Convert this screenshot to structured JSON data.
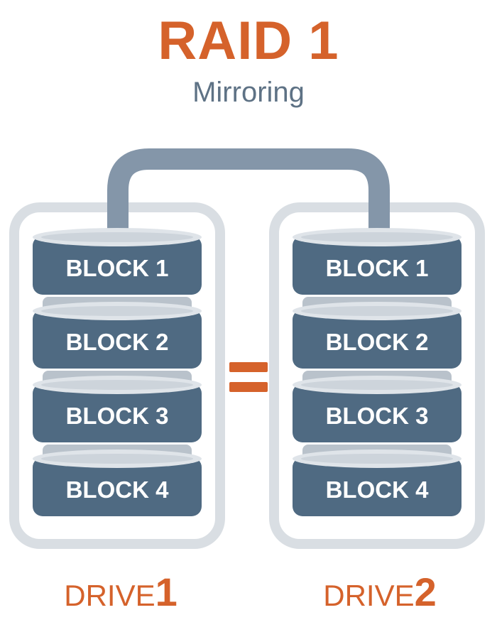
{
  "title": "RAID 1",
  "subtitle": "Mirroring",
  "equals_sign": "=",
  "drives": [
    {
      "label_word": "DRIVE",
      "label_number": "1",
      "blocks": [
        "BLOCK 1",
        "BLOCK 2",
        "BLOCK 3",
        "BLOCK 4"
      ]
    },
    {
      "label_word": "DRIVE",
      "label_number": "2",
      "blocks": [
        "BLOCK 1",
        "BLOCK 2",
        "BLOCK 3",
        "BLOCK 4"
      ]
    }
  ],
  "colors": {
    "accent": "#d5622b",
    "subtitle": "#5e7285",
    "block_fill": "#4f6a82",
    "block_top": "#dfe4e9",
    "block_top_inner": "#cdd4db",
    "block_text": "#ffffff",
    "spacer": "#b9c2cb",
    "drive_outline": "#d9dee3",
    "pipe": "#8496a9"
  }
}
